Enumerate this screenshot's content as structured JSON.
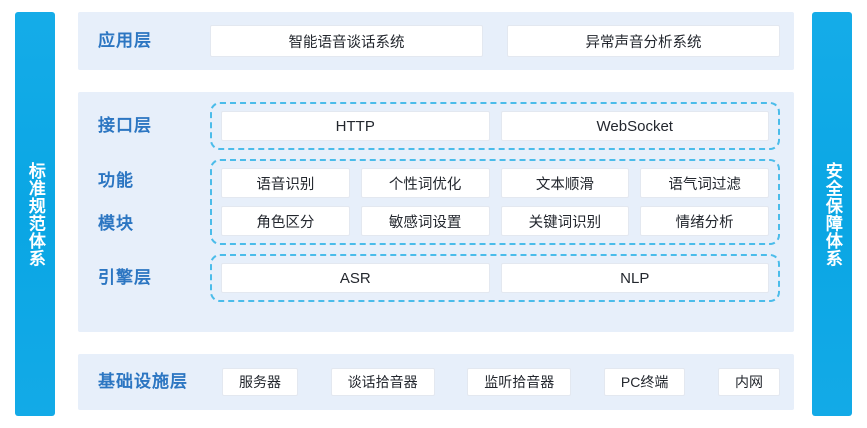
{
  "sides": {
    "left": {
      "label": "标准规范体系",
      "color": "#0FA9E6"
    },
    "right": {
      "label": "安全保障体系",
      "color": "#0FA9E6"
    }
  },
  "theme": {
    "panel_bg": "#E7EFFA",
    "label_color": "#2C76C2",
    "dashed_border": "#4BBCEA",
    "box_bg": "#FFFFFF"
  },
  "application": {
    "label": "应用层",
    "items": [
      {
        "label": "智能语音谈话系统"
      },
      {
        "label": "异常声音分析系统"
      }
    ]
  },
  "interface": {
    "label": "接口层",
    "items": [
      {
        "label": "HTTP"
      },
      {
        "label": "WebSocket"
      }
    ]
  },
  "function": {
    "label_line1": "功能",
    "label_line2": "模块",
    "rows": [
      [
        {
          "label": "语音识别"
        },
        {
          "label": "个性词优化"
        },
        {
          "label": "文本顺滑"
        },
        {
          "label": "语气词过滤"
        }
      ],
      [
        {
          "label": "角色区分"
        },
        {
          "label": "敏感词设置"
        },
        {
          "label": "关键词识别"
        },
        {
          "label": "情绪分析"
        }
      ]
    ]
  },
  "engine": {
    "label": "引擎层",
    "items": [
      {
        "label": "ASR"
      },
      {
        "label": "NLP"
      }
    ]
  },
  "infrastructure": {
    "label": "基础设施层",
    "items": [
      {
        "label": "服务器"
      },
      {
        "label": "谈话拾音器"
      },
      {
        "label": "监听拾音器"
      },
      {
        "label": "PC终端"
      },
      {
        "label": "内网"
      }
    ]
  }
}
